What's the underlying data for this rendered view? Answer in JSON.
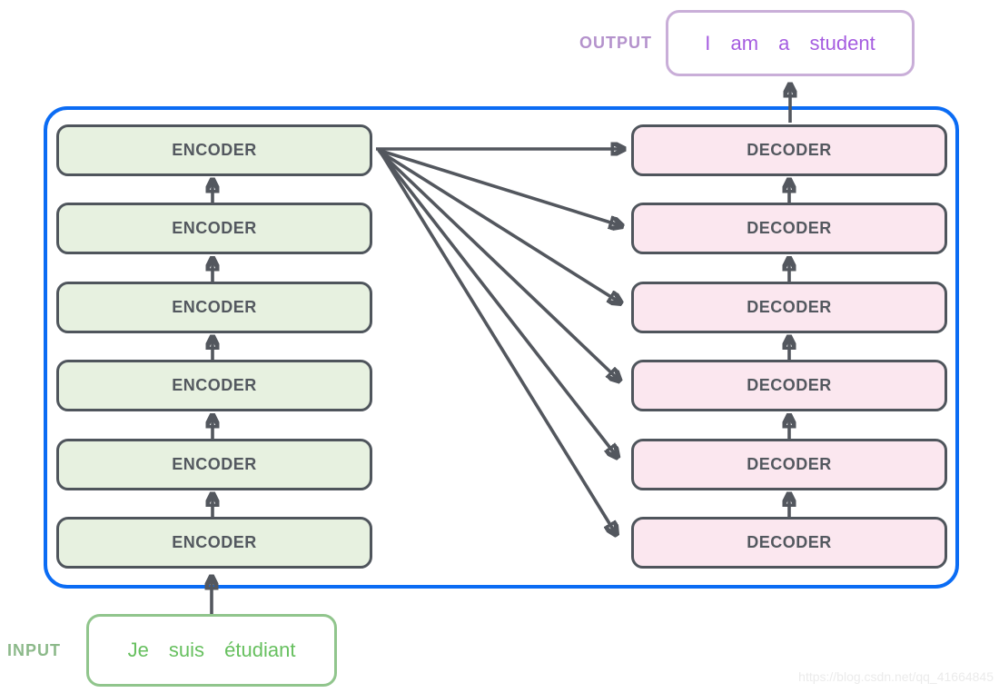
{
  "diagram": {
    "title_semantic": "transformer-encoder-decoder-stack",
    "output": {
      "label": "OUTPUT",
      "text": "I am a student"
    },
    "input": {
      "label": "INPUT",
      "text": "Je suis étudiant"
    },
    "encoders": [
      "ENCODER",
      "ENCODER",
      "ENCODER",
      "ENCODER",
      "ENCODER",
      "ENCODER"
    ],
    "decoders": [
      "DECODER",
      "DECODER",
      "DECODER",
      "DECODER",
      "DECODER",
      "DECODER"
    ],
    "encoder_count": 6,
    "decoder_count": 6,
    "connections": {
      "encoder_stack": "bottom-to-top arrows between encoders",
      "decoder_stack": "bottom-to-top arrows between decoders",
      "fan_out": "top encoder output feeds every decoder",
      "input_to": "bottom encoder",
      "output_from": "top decoder"
    }
  },
  "colors": {
    "frame_blue": "#0b6cf4",
    "box_border_gray": "#4f555c",
    "arrow_gray": "#53575e",
    "encoder_fill": "#e7f1e0",
    "decoder_fill": "#fbe7ef",
    "box_text": "#53585f",
    "output_border": "#c9aed8",
    "output_text": "#a55ce0",
    "output_label": "#b492cc",
    "input_border": "#90c58c",
    "input_text": "#67c05f",
    "input_label": "#8cb98a",
    "watermark": "#ebebeb"
  },
  "watermark": "https://blog.csdn.net/qq_41664845"
}
